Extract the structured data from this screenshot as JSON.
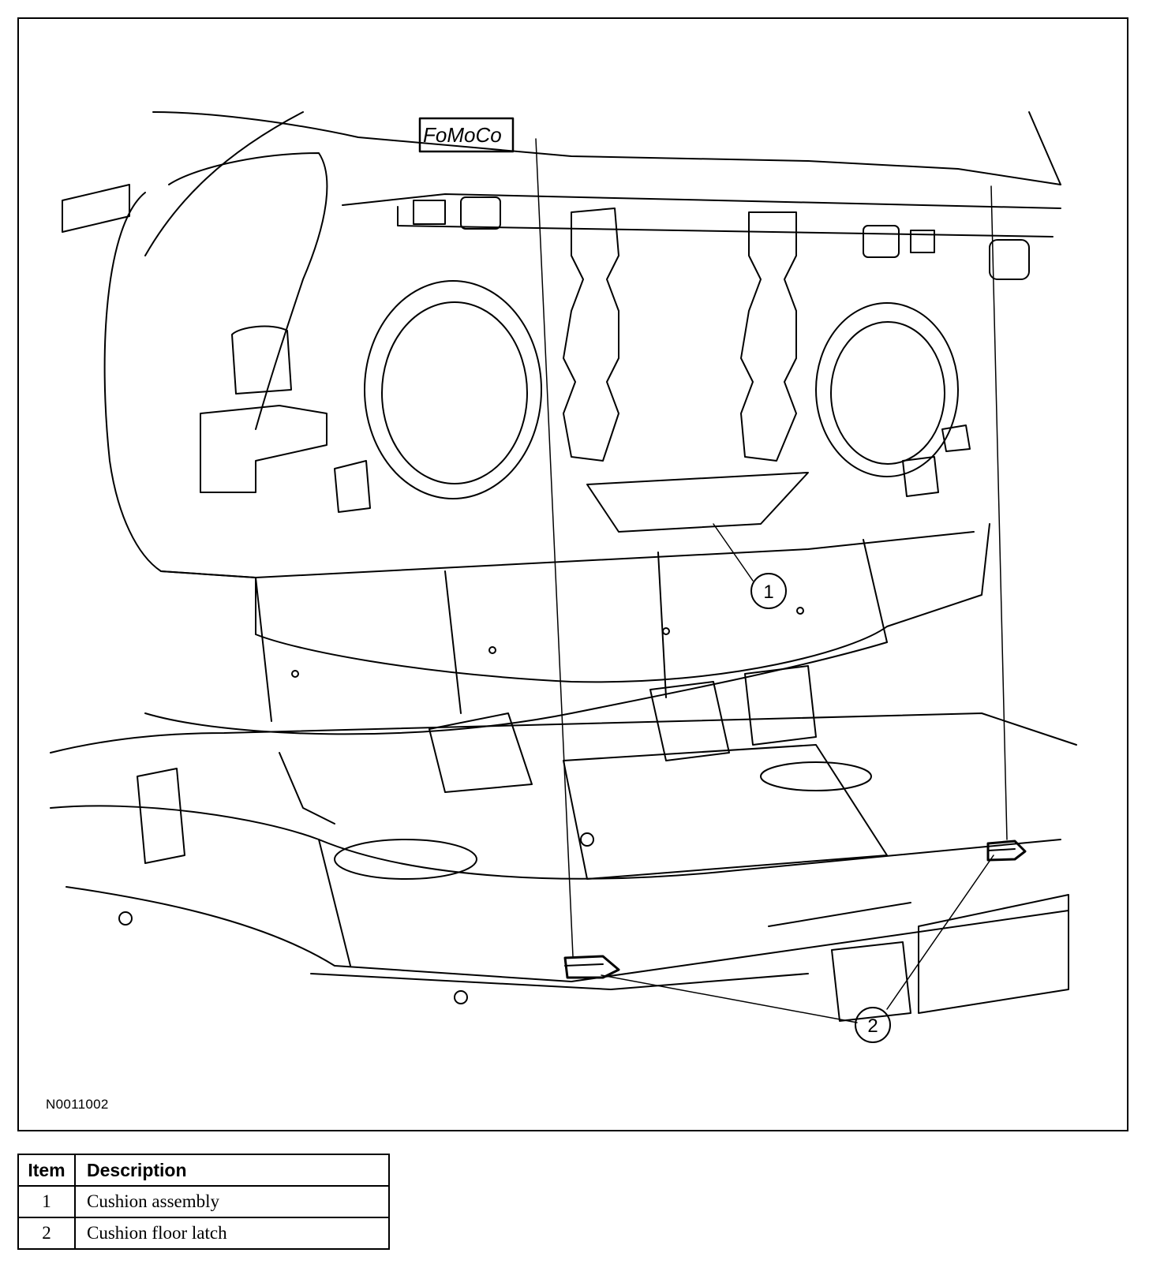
{
  "figure": {
    "id": "N0011002",
    "stamp": "FoMoCo",
    "callouts": [
      {
        "label": "1"
      },
      {
        "label": "2"
      }
    ]
  },
  "legend": {
    "headers": {
      "item": "Item",
      "description": "Description"
    },
    "rows": [
      {
        "item": "1",
        "description": "Cushion assembly"
      },
      {
        "item": "2",
        "description": "Cushion floor latch"
      }
    ]
  }
}
